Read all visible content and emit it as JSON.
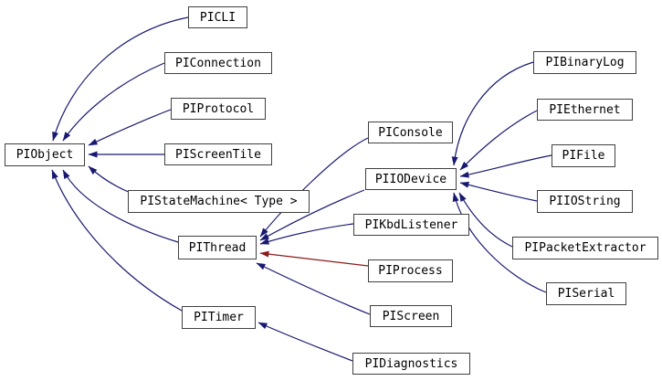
{
  "diagram": {
    "type": "class-inheritance-graph",
    "colors": {
      "public_inheritance_edge": "#191970",
      "private_inheritance_edge": "#8b1a1a",
      "node_border": "#404040",
      "node_background": "#ffffff",
      "node_text": "#000000",
      "page_background": "#ffffff"
    },
    "nodes": [
      {
        "id": "piobject",
        "label": "PIObject"
      },
      {
        "id": "picli",
        "label": "PICLI"
      },
      {
        "id": "piconnection",
        "label": "PIConnection"
      },
      {
        "id": "piprotocol",
        "label": "PIProtocol"
      },
      {
        "id": "piscreentile",
        "label": "PIScreenTile"
      },
      {
        "id": "pistatemachine",
        "label": "PIStateMachine< Type >"
      },
      {
        "id": "pithread",
        "label": "PIThread"
      },
      {
        "id": "pitimer",
        "label": "PITimer"
      },
      {
        "id": "piconsole",
        "label": "PIConsole"
      },
      {
        "id": "piiodevice",
        "label": "PIIODevice"
      },
      {
        "id": "pikbdlistener",
        "label": "PIKbdListener"
      },
      {
        "id": "piprocess",
        "label": "PIProcess"
      },
      {
        "id": "piscreen",
        "label": "PIScreen"
      },
      {
        "id": "pidiagnostics",
        "label": "PIDiagnostics"
      },
      {
        "id": "pibinarylog",
        "label": "PIBinaryLog"
      },
      {
        "id": "piethernet",
        "label": "PIEthernet"
      },
      {
        "id": "pifile",
        "label": "PIFile"
      },
      {
        "id": "piiostring",
        "label": "PIIOString"
      },
      {
        "id": "pipacketextractor",
        "label": "PIPacketExtractor"
      },
      {
        "id": "piserial",
        "label": "PISerial"
      }
    ],
    "edges": [
      {
        "from": "PICLI",
        "to": "PIObject",
        "relation": "public-inheritance"
      },
      {
        "from": "PIConnection",
        "to": "PIObject",
        "relation": "public-inheritance"
      },
      {
        "from": "PIProtocol",
        "to": "PIObject",
        "relation": "public-inheritance"
      },
      {
        "from": "PIScreenTile",
        "to": "PIObject",
        "relation": "public-inheritance"
      },
      {
        "from": "PIStateMachine< Type >",
        "to": "PIObject",
        "relation": "public-inheritance"
      },
      {
        "from": "PIThread",
        "to": "PIObject",
        "relation": "public-inheritance"
      },
      {
        "from": "PITimer",
        "to": "PIObject",
        "relation": "public-inheritance"
      },
      {
        "from": "PIConsole",
        "to": "PIThread",
        "relation": "public-inheritance"
      },
      {
        "from": "PIIODevice",
        "to": "PIThread",
        "relation": "public-inheritance"
      },
      {
        "from": "PIKbdListener",
        "to": "PIThread",
        "relation": "public-inheritance"
      },
      {
        "from": "PIProcess",
        "to": "PIThread",
        "relation": "private-inheritance"
      },
      {
        "from": "PIScreen",
        "to": "PIThread",
        "relation": "public-inheritance"
      },
      {
        "from": "PIBinaryLog",
        "to": "PIIODevice",
        "relation": "public-inheritance"
      },
      {
        "from": "PIEthernet",
        "to": "PIIODevice",
        "relation": "public-inheritance"
      },
      {
        "from": "PIFile",
        "to": "PIIODevice",
        "relation": "public-inheritance"
      },
      {
        "from": "PIIOString",
        "to": "PIIODevice",
        "relation": "public-inheritance"
      },
      {
        "from": "PIPacketExtractor",
        "to": "PIIODevice",
        "relation": "public-inheritance"
      },
      {
        "from": "PISerial",
        "to": "PIIODevice",
        "relation": "public-inheritance"
      },
      {
        "from": "PIDiagnostics",
        "to": "PITimer",
        "relation": "public-inheritance"
      }
    ]
  }
}
